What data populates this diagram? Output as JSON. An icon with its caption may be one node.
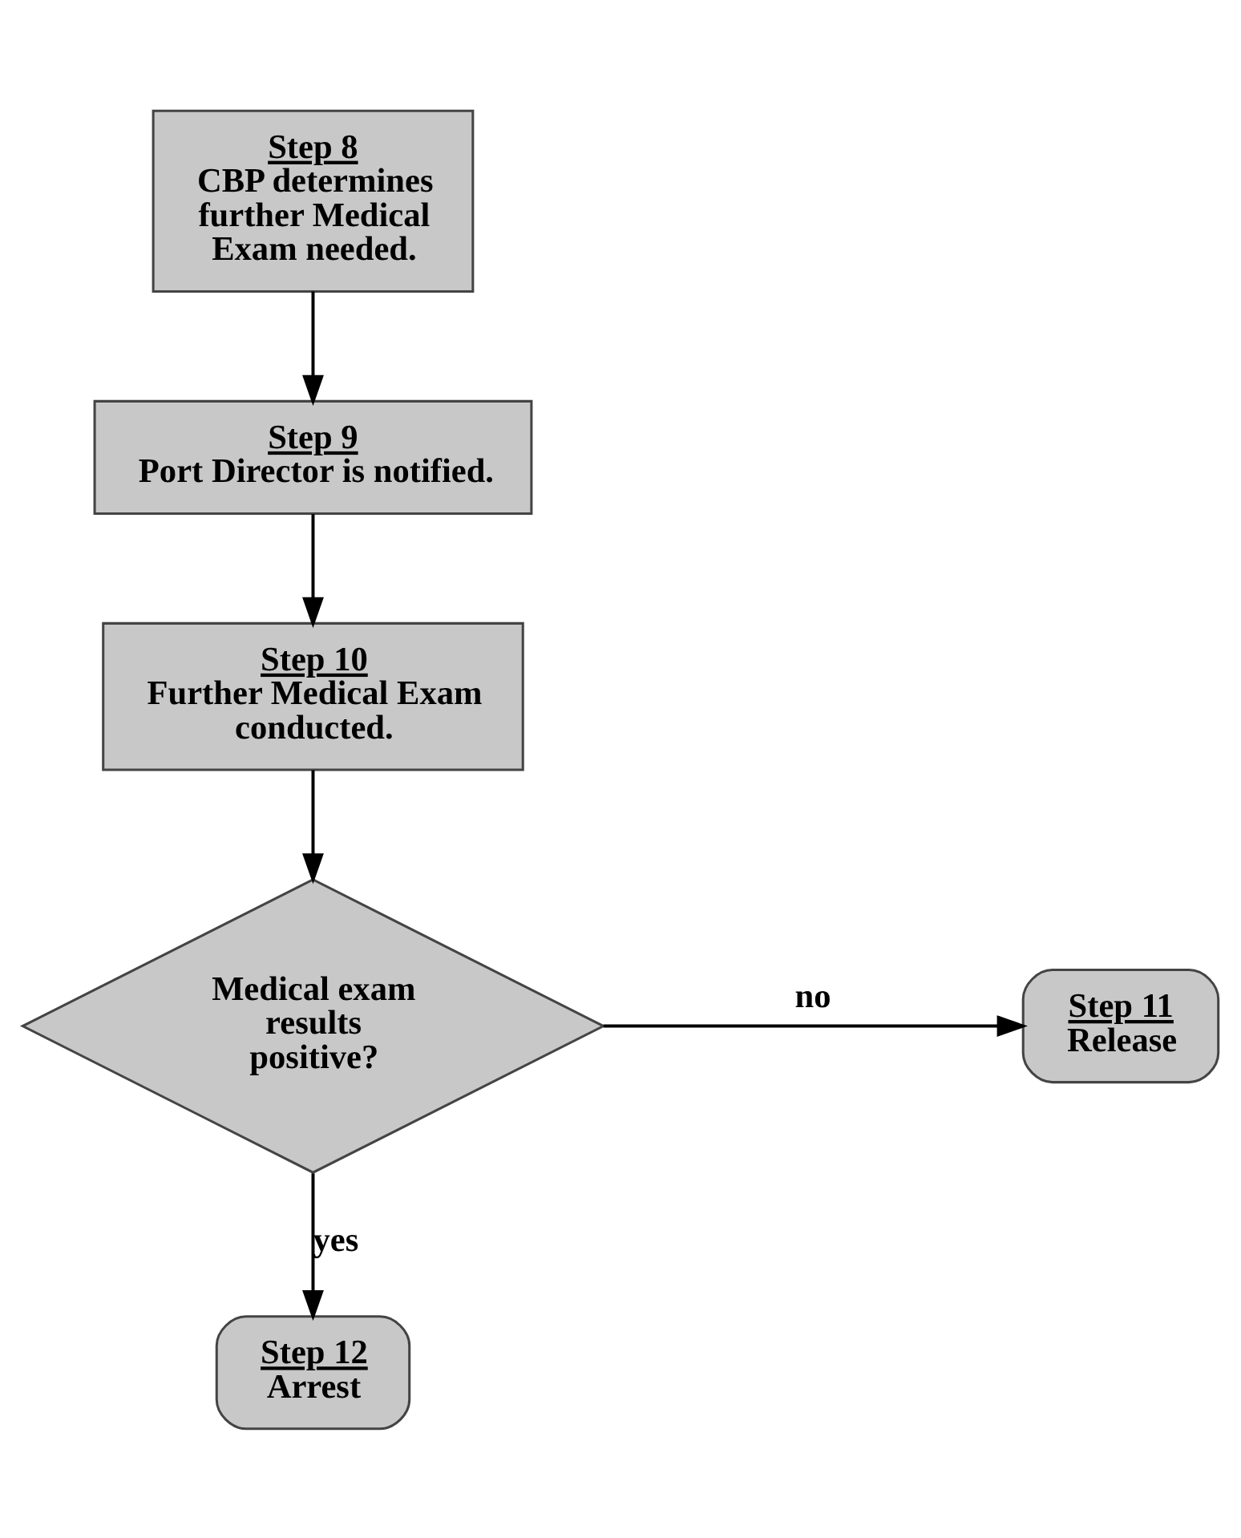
{
  "diagram": {
    "nodes": [
      {
        "text": [
          "Step 8",
          "CBP determines further Medical Exam needed."
        ]
      },
      {
        "text": [
          "Step 9",
          "Port Director is notified."
        ]
      },
      {
        "text": [
          "Step 10",
          "Further Medical Exam conducted."
        ]
      },
      {
        "text": [
          "Medical exam results positive?"
        ]
      },
      {
        "text": [
          "Step 11",
          "Release"
        ]
      },
      {
        "text": [
          "Step 12",
          "Arrest"
        ]
      }
    ],
    "edges": [
      {
        "from": 0,
        "to": 1,
        "arrow": "to"
      },
      {
        "from": 1,
        "to": 2,
        "arrow": "to"
      },
      {
        "from": 2,
        "to": 3,
        "arrow": "to"
      },
      {
        "from": 3,
        "to": 4,
        "arrow": "to",
        "label": "no"
      },
      {
        "from": 3,
        "to": 5,
        "arrow": "to",
        "label": "yes"
      }
    ]
  }
}
